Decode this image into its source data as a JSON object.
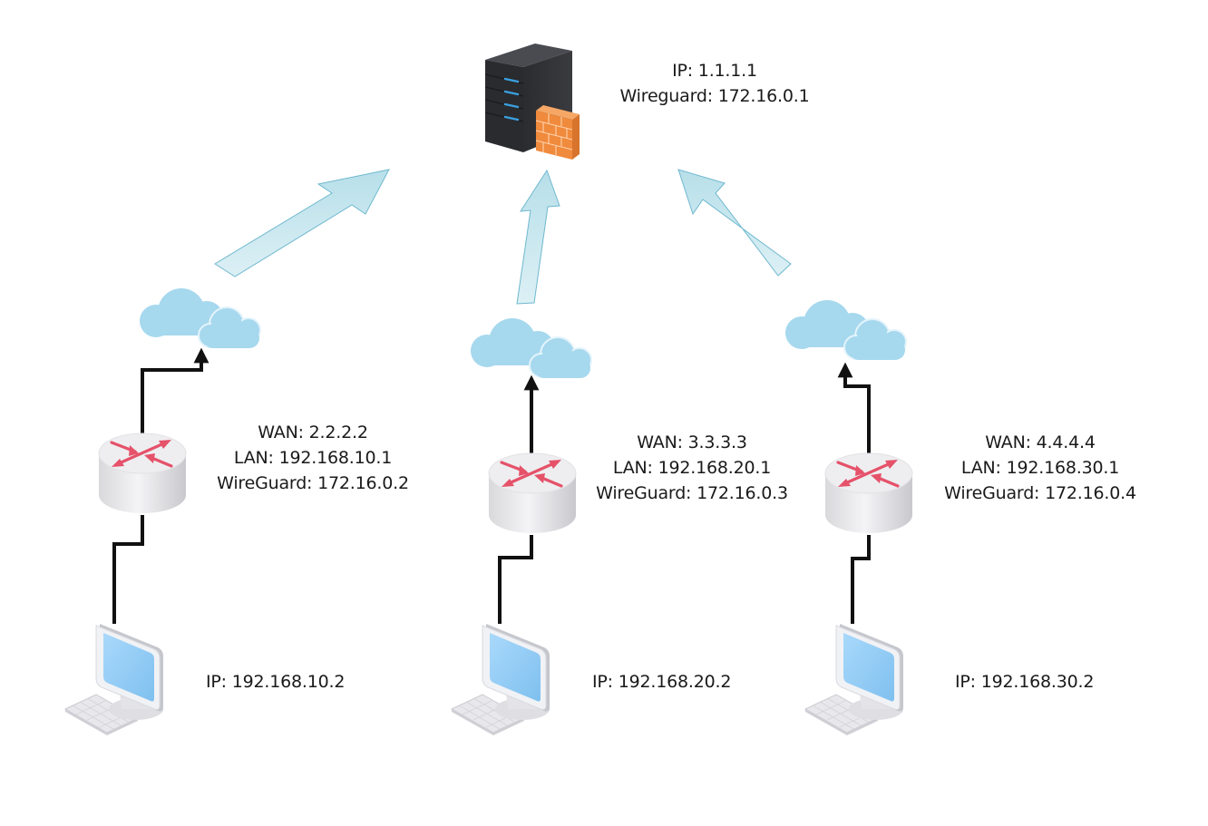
{
  "title": "WireGuard hub-and-spoke network topology",
  "colors": {
    "link": "#111111",
    "tunnel_arrow_fill": "#c6e6ef",
    "tunnel_arrow_stroke": "#6fb8cf",
    "cloud": "#a6d8ee",
    "router_arrows": "#e5526a",
    "server_body": "#2f3033",
    "server_led": "#3aa0e0",
    "firewall": "#f08a3c",
    "monitor_screen": "#92cbf3"
  },
  "server": {
    "icon": "server-firewall-icon",
    "lines": [
      "IP: 1.1.1.1",
      "Wireguard: 172.16.0.1"
    ]
  },
  "sites": [
    {
      "router_icon": "router-icon",
      "cloud_icon": "cloud-icon",
      "pc_icon": "desktop-pc-icon",
      "router_lines": [
        "WAN: 2.2.2.2",
        "LAN: 192.168.10.1",
        "WireGuard: 172.16.0.2"
      ],
      "pc_ip": "IP: 192.168.10.2"
    },
    {
      "router_icon": "router-icon",
      "cloud_icon": "cloud-icon",
      "pc_icon": "desktop-pc-icon",
      "router_lines": [
        "WAN: 3.3.3.3",
        "LAN: 192.168.20.1",
        "WireGuard: 172.16.0.3"
      ],
      "pc_ip": "IP: 192.168.20.2"
    },
    {
      "router_icon": "router-icon",
      "cloud_icon": "cloud-icon",
      "pc_icon": "desktop-pc-icon",
      "router_lines": [
        "WAN: 4.4.4.4",
        "LAN: 192.168.30.1",
        "WireGuard: 172.16.0.4"
      ],
      "pc_ip": "IP: 192.168.30.2"
    }
  ]
}
